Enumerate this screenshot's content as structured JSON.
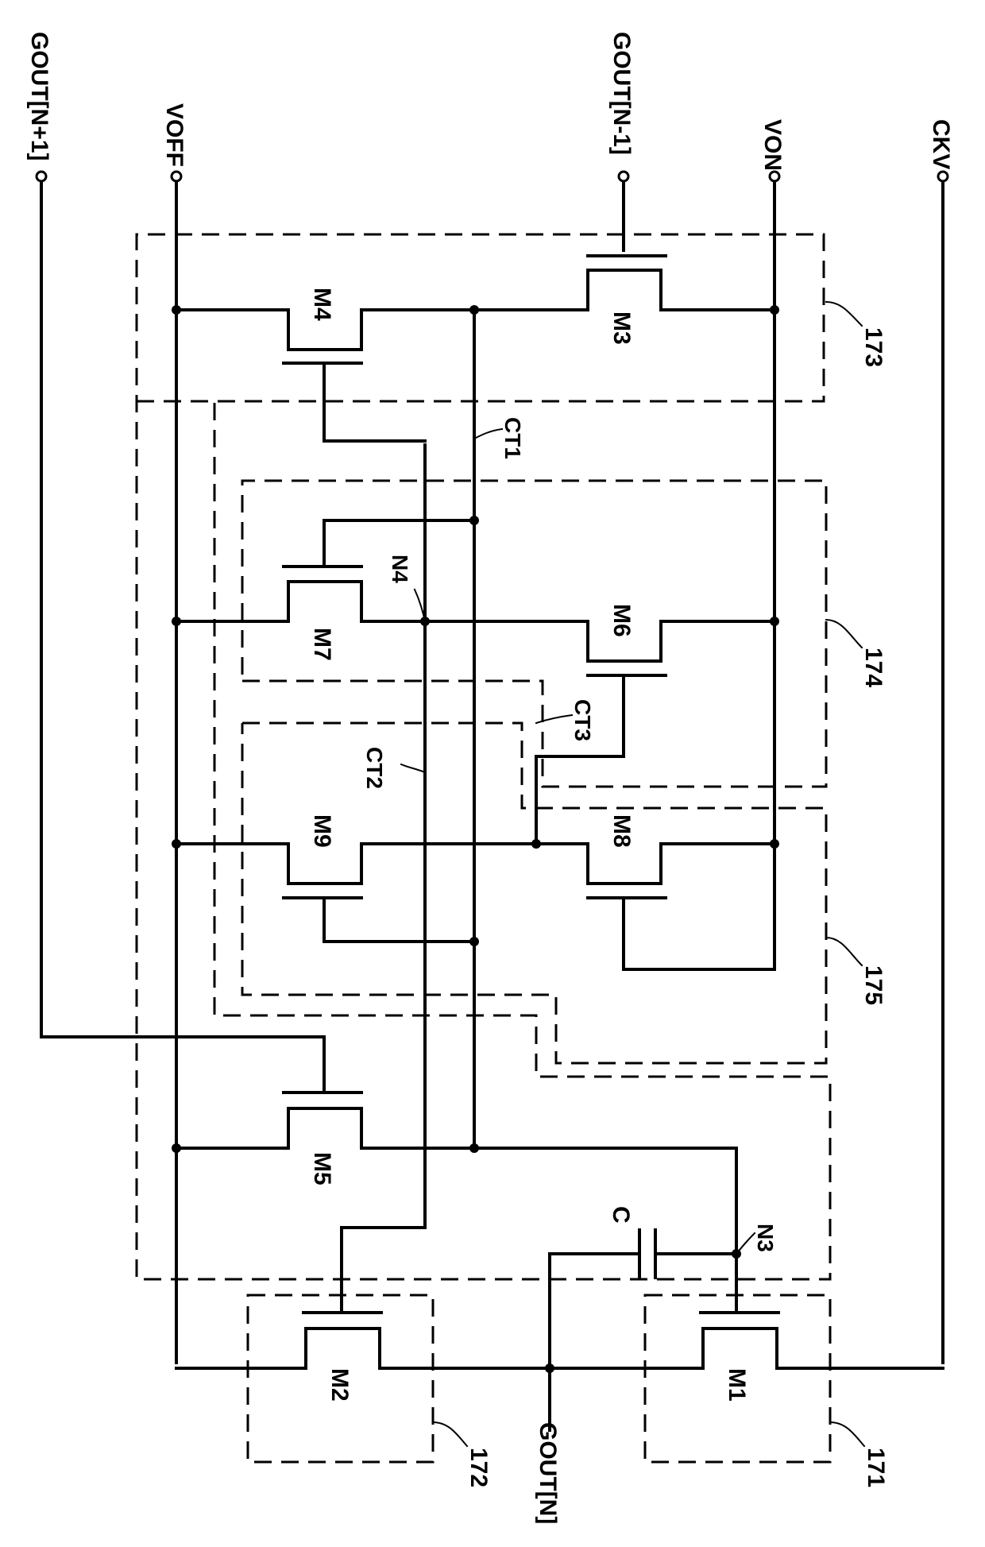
{
  "terminals": {
    "gout_n_plus_1": "GOUT[N+1]",
    "voff": "VOFF",
    "gout_n_minus_1": "GOUT[N-1]",
    "von": "VON",
    "ckv": "CKV",
    "gout_n": "GOUT[N]"
  },
  "transistors": {
    "m1": "M1",
    "m2": "M2",
    "m3": "M3",
    "m4": "M4",
    "m5": "M5",
    "m6": "M6",
    "m7": "M7",
    "m8": "M8",
    "m9": "M9"
  },
  "nodes": {
    "n3": "N3",
    "n4": "N4"
  },
  "capacitors": {
    "c": "C",
    "ct1": "CT1",
    "ct2": "CT2",
    "ct3": "CT3"
  },
  "blocks": {
    "b171": "171",
    "b172": "172",
    "b173": "173",
    "b174": "174",
    "b175": "175"
  }
}
